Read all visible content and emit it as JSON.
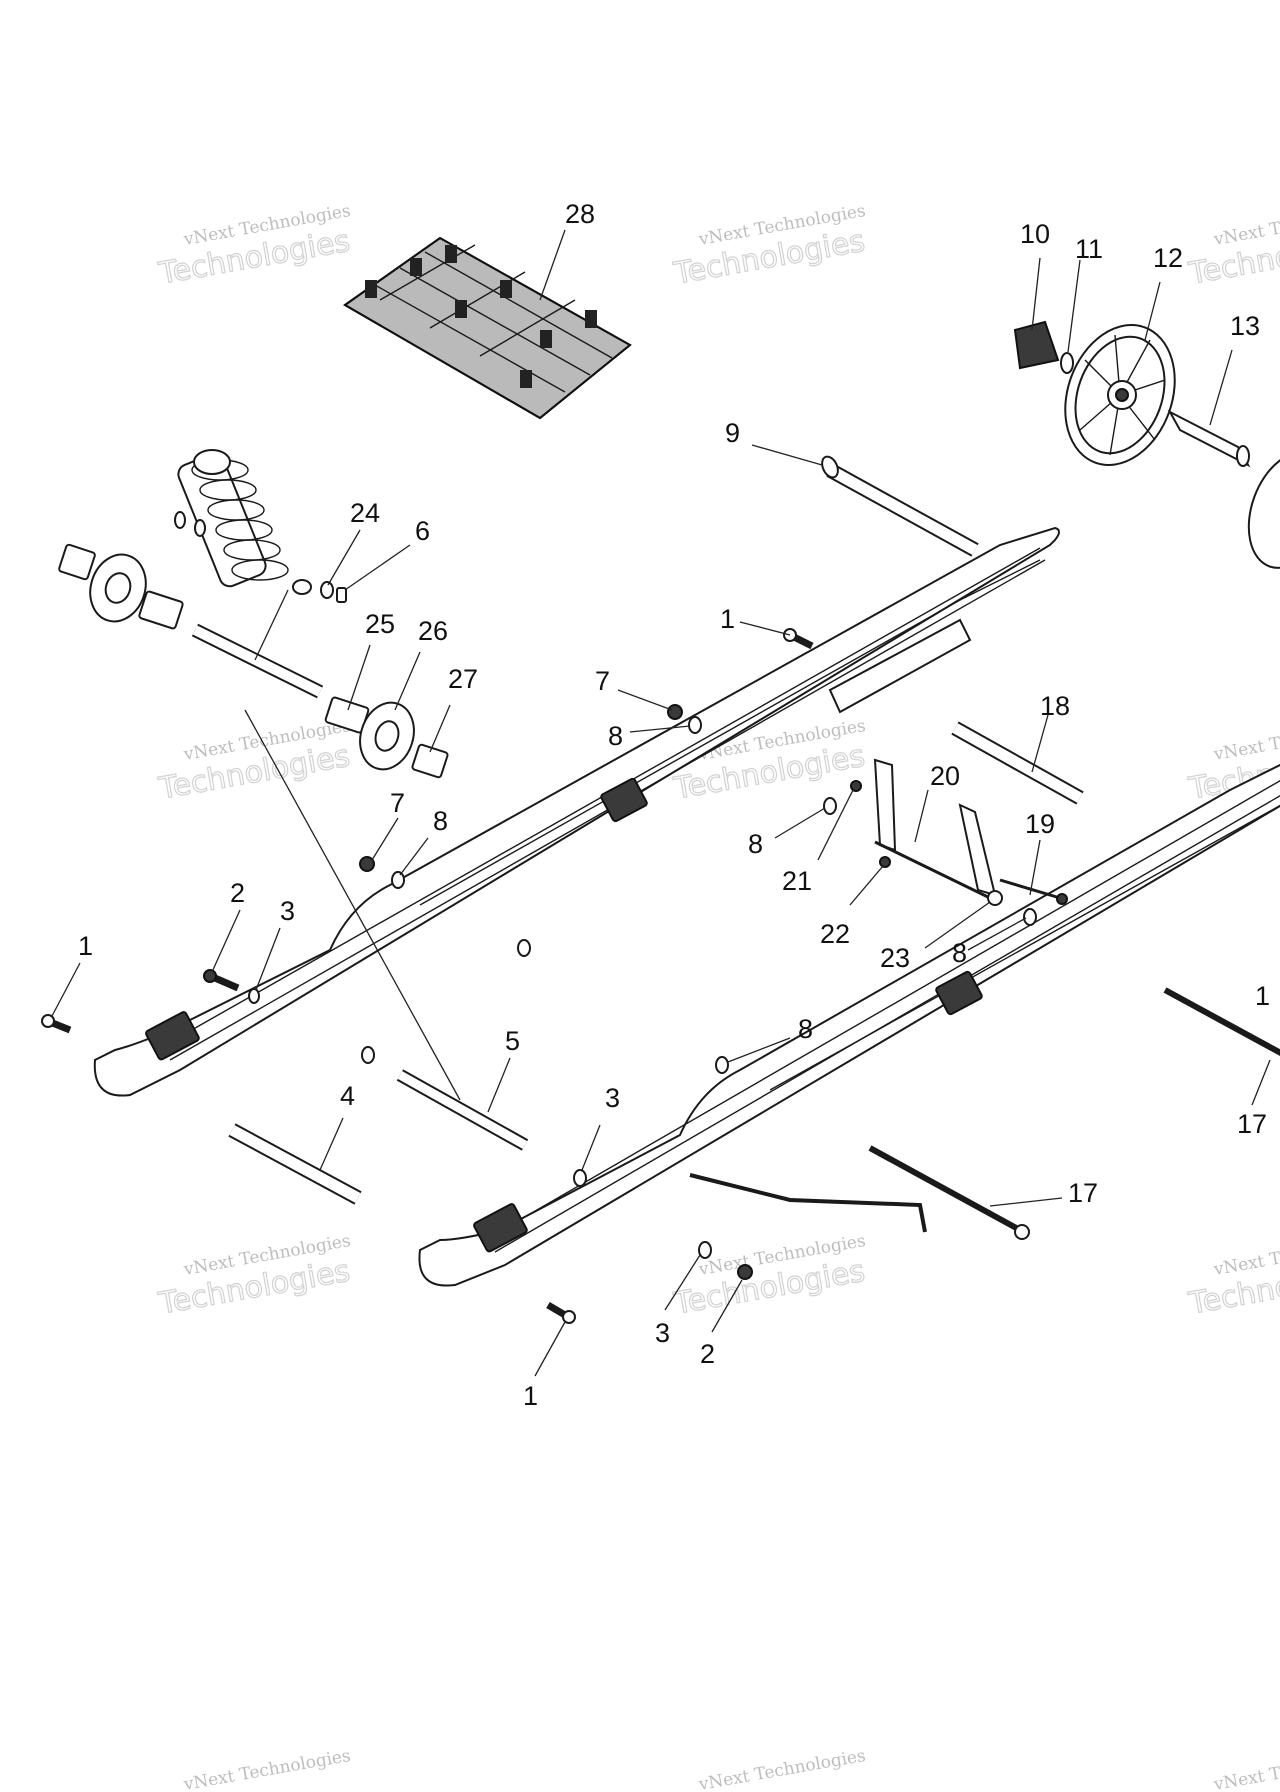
{
  "watermark": {
    "line1": "vNext Technologies",
    "line2": "Technologies"
  },
  "callouts": [
    {
      "id": "c28",
      "text": "28"
    },
    {
      "id": "c10",
      "text": "10"
    },
    {
      "id": "c11",
      "text": "11"
    },
    {
      "id": "c12",
      "text": "12"
    },
    {
      "id": "c13",
      "text": "13"
    },
    {
      "id": "c9",
      "text": "9"
    },
    {
      "id": "c24",
      "text": "24"
    },
    {
      "id": "c6",
      "text": "6"
    },
    {
      "id": "c25",
      "text": "25"
    },
    {
      "id": "c26",
      "text": "26"
    },
    {
      "id": "c27",
      "text": "27"
    },
    {
      "id": "c1a",
      "text": "1"
    },
    {
      "id": "c7a",
      "text": "7"
    },
    {
      "id": "c8a",
      "text": "8"
    },
    {
      "id": "c18",
      "text": "18"
    },
    {
      "id": "c20",
      "text": "20"
    },
    {
      "id": "c7b",
      "text": "7"
    },
    {
      "id": "c8b",
      "text": "8"
    },
    {
      "id": "c8c",
      "text": "8"
    },
    {
      "id": "c21",
      "text": "21"
    },
    {
      "id": "c19",
      "text": "19"
    },
    {
      "id": "c2a",
      "text": "2"
    },
    {
      "id": "c3a",
      "text": "3"
    },
    {
      "id": "c22",
      "text": "22"
    },
    {
      "id": "c23",
      "text": "23"
    },
    {
      "id": "c8d",
      "text": "8"
    },
    {
      "id": "c1b",
      "text": "1"
    },
    {
      "id": "c1c",
      "text": "1"
    },
    {
      "id": "c8e",
      "text": "8"
    },
    {
      "id": "c5",
      "text": "5"
    },
    {
      "id": "c4",
      "text": "4"
    },
    {
      "id": "c3b",
      "text": "3"
    },
    {
      "id": "c17a",
      "text": "17"
    },
    {
      "id": "c17b",
      "text": "17"
    },
    {
      "id": "c3c",
      "text": "3"
    },
    {
      "id": "c2b",
      "text": "2"
    },
    {
      "id": "c1d",
      "text": "1"
    }
  ]
}
